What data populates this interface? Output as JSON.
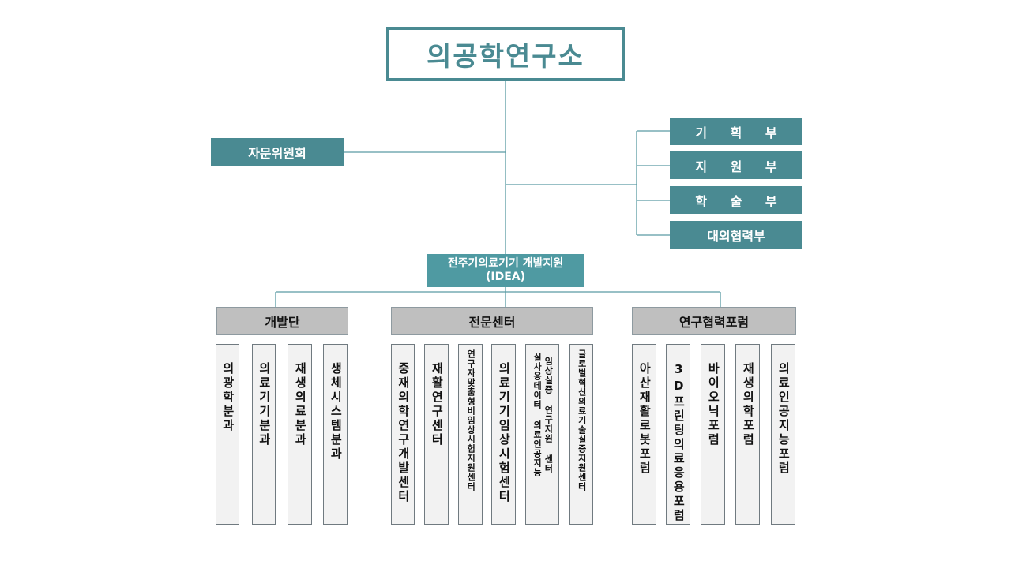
{
  "root": "의공학연구소",
  "advisory": "자문위원회",
  "departments": [
    "기 획 부",
    "지 원 부",
    "학 술 부",
    "대외협력부"
  ],
  "idea": {
    "line1": "전주기의료기기 개발지원",
    "line2": "(IDEA)"
  },
  "groups": [
    {
      "title": "개발단",
      "items": [
        "의광학분과",
        "의료기기분과",
        "재생의료분과",
        "생체시스템분과"
      ]
    },
    {
      "title": "전문센터",
      "items": [
        "중재의학연구개발센터",
        "재활연구센터",
        "연구자맞춤형비임상시험지원센터",
        "의료기기임상시험센터",
        "임상실증 연구지원 센터\n실사용데이터 의료인공지능",
        "글로벌혁신의료기술실증지원센터"
      ]
    },
    {
      "title": "연구협력포럼",
      "items": [
        "아산재활로봇포럼",
        "3D프린팅의료응용포럼",
        "바이오닉포럼",
        "재생의학포럼",
        "의료인공지능포럼"
      ]
    }
  ],
  "colors": {
    "teal": "#4a8a92",
    "teal_light": "#4f9aa2",
    "group_gray": "#bfbfbf",
    "leaf_bg": "#f2f2f2",
    "line": "#5a9ba3"
  }
}
